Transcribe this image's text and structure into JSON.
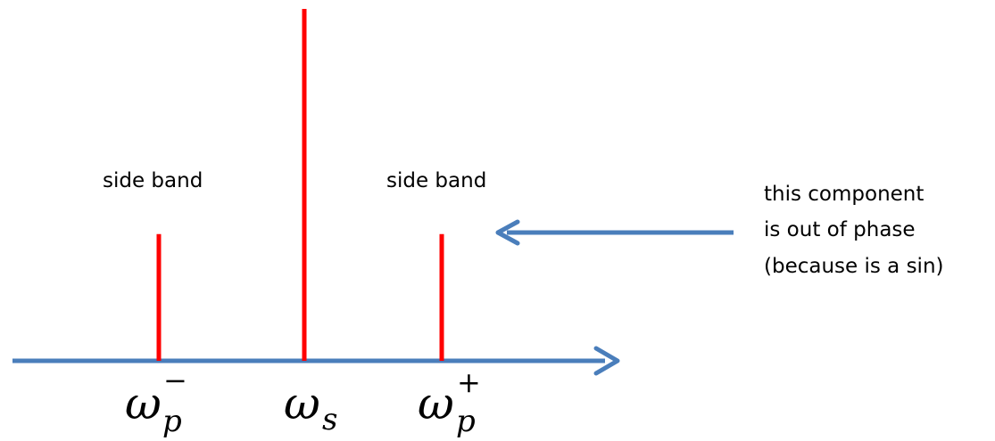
{
  "colors": {
    "axis": "#4a7ebb",
    "spike": "#ff0000",
    "text": "#000000",
    "background": "#ffffff"
  },
  "labels": {
    "left_side_band": "side band",
    "right_side_band": "side band",
    "annotation_line1": "this component",
    "annotation_line2": "is out of phase",
    "annotation_line3": "(because is a sin)"
  },
  "math": {
    "left": {
      "base": "ω",
      "sub": "p",
      "sup": "−"
    },
    "center": {
      "base": "ω",
      "sub": "s"
    },
    "right": {
      "base": "ω",
      "sub": "p",
      "sup": "+"
    }
  },
  "spikes": [
    {
      "name": "omega-p-minus",
      "relative_height": 0.36
    },
    {
      "name": "omega-s",
      "relative_height": 1.0
    },
    {
      "name": "omega-p-plus",
      "relative_height": 0.36
    }
  ]
}
